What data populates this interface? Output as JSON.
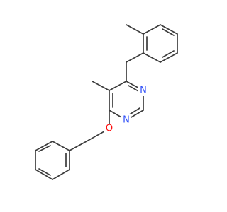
{
  "molecule": {
    "atoms": [
      {
        "id": "n1",
        "symbol": "N",
        "color": "#3050f8"
      },
      {
        "id": "n2",
        "symbol": "N",
        "color": "#3050f8"
      },
      {
        "id": "o1",
        "symbol": "O",
        "color": "#ff0d0d"
      }
    ],
    "bond_color": "#3c3c3c"
  }
}
